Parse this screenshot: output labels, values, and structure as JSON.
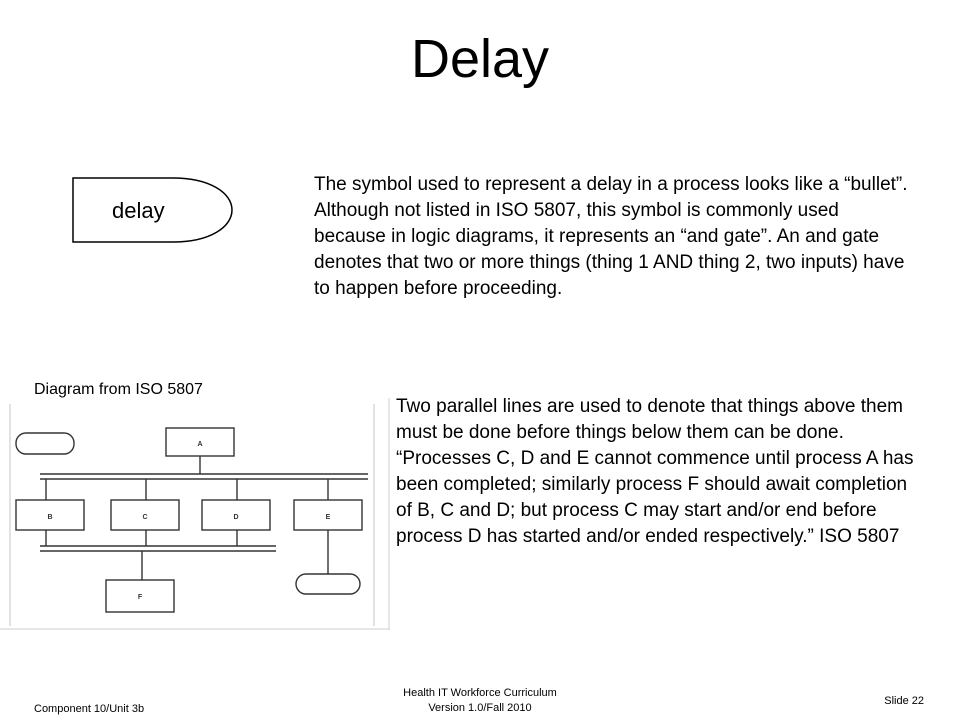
{
  "slide": {
    "title": "Delay",
    "delay_symbol_label": "delay",
    "paragraph_1": "The symbol used to represent a delay in a process looks like a “bullet”.  Although not listed in ISO 5807, this symbol is commonly used because in logic diagrams, it represents an “and gate”.  An and gate denotes that two or more things (thing 1 AND thing 2, two inputs) have to happen before proceeding.",
    "diagram_caption": "Diagram from ISO 5807",
    "paragraph_2": "Two parallel lines are used to denote that things above them must be done before things below them can be done. “Processes C, D and E cannot commence until process A has been completed; similarly process F should await completion of B, C and D; but process C may start and/or end before process D has started and/or ended respectively.” ISO 5807"
  },
  "diagram": {
    "process_labels": {
      "a": "A",
      "b": "B",
      "c": "C",
      "d": "D",
      "e": "E",
      "f": "F"
    }
  },
  "footer": {
    "left": "Component 10/Unit 3b",
    "center_line_1": "Health IT Workforce Curriculum",
    "center_line_2": "Version 1.0/Fall 2010",
    "right": "Slide 22"
  }
}
